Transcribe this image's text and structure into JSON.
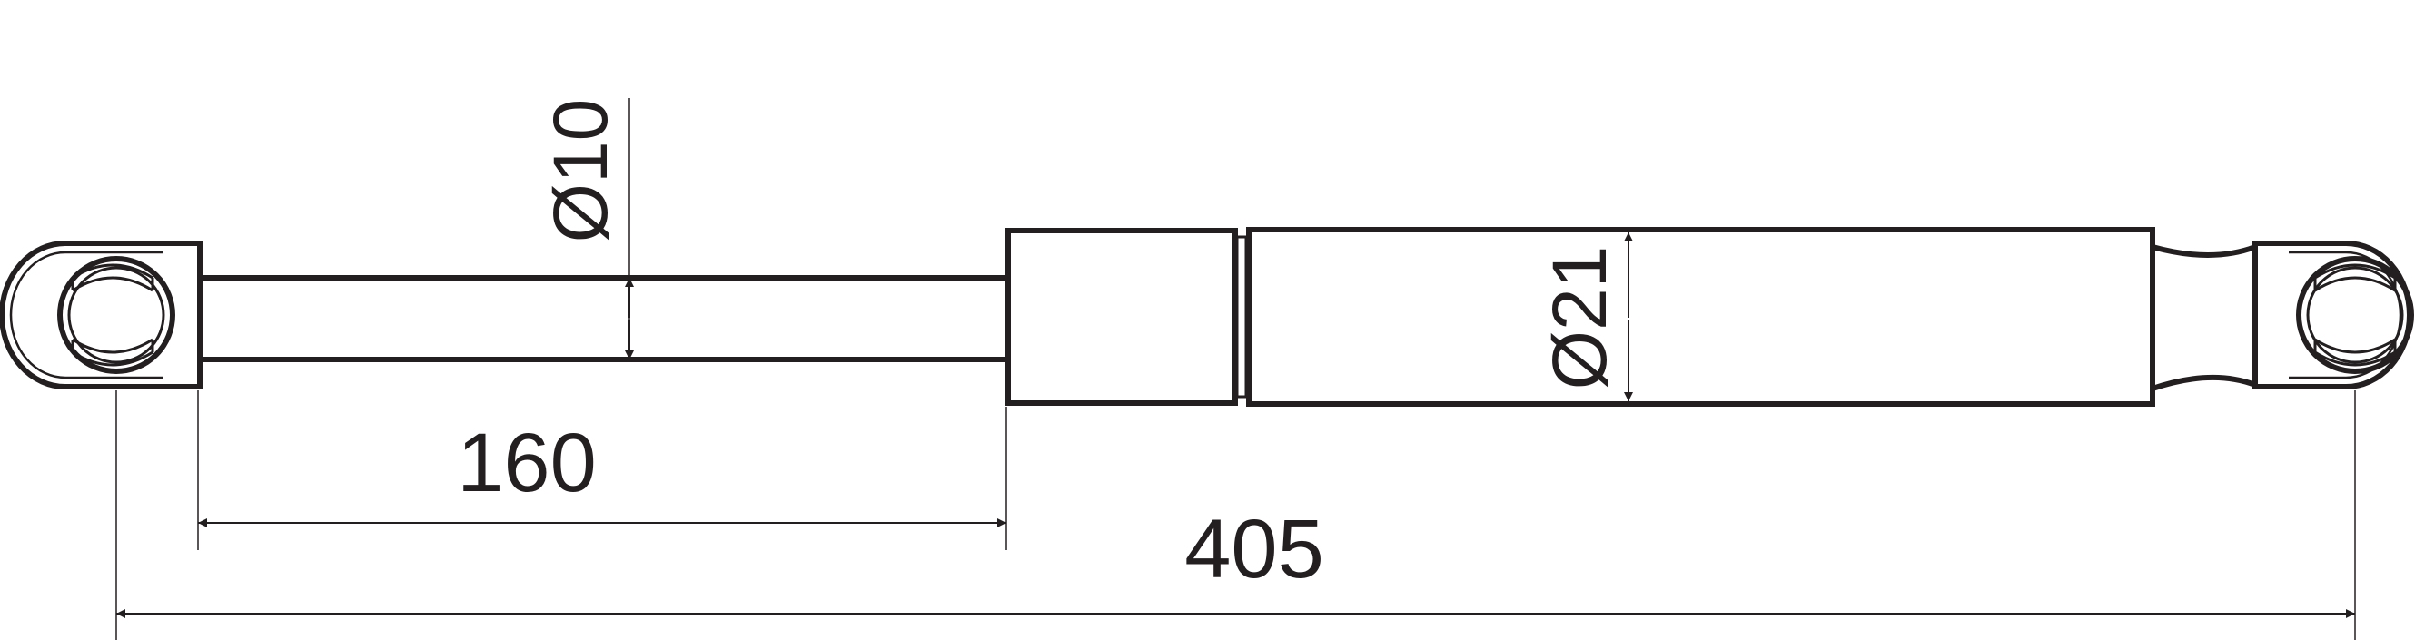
{
  "diagram": {
    "type": "gas-spring-technical-drawing",
    "colors": {
      "line": "#231f20",
      "background": "#ffffff"
    },
    "dimensions": {
      "rod_diameter": "Ø10",
      "cylinder_diameter": "Ø21",
      "stroke_length": "160",
      "overall_length": "405"
    }
  }
}
